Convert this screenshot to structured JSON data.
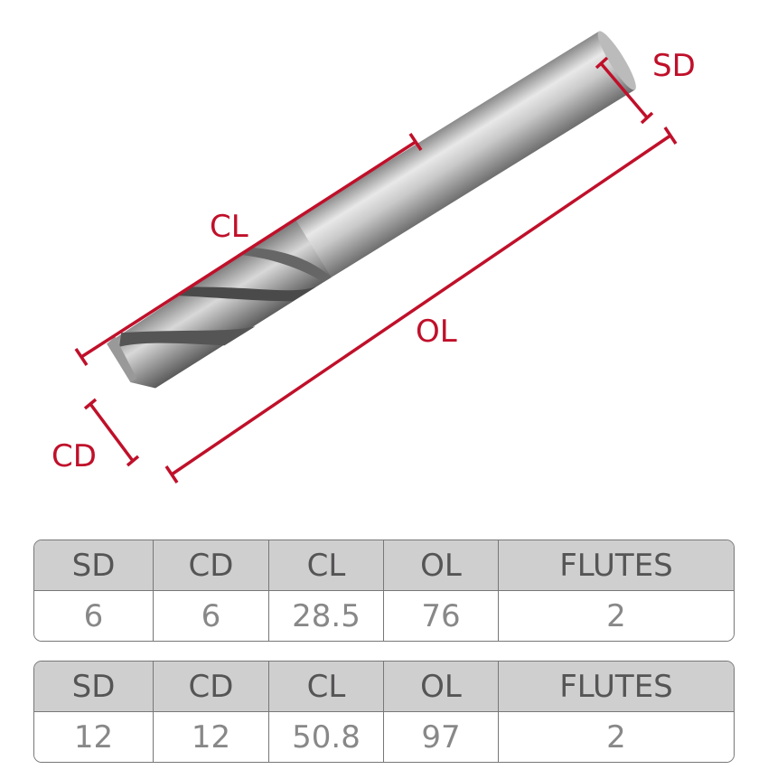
{
  "diagram": {
    "labels": {
      "sd": "SD",
      "cl": "CL",
      "ol": "OL",
      "cd": "CD"
    },
    "accent_color": "#c0102a"
  },
  "tables": [
    {
      "headers": [
        "SD",
        "CD",
        "CL",
        "OL",
        "FLUTES"
      ],
      "values": [
        "6",
        "6",
        "28.5",
        "76",
        "2"
      ]
    },
    {
      "headers": [
        "SD",
        "CD",
        "CL",
        "OL",
        "FLUTES"
      ],
      "values": [
        "12",
        "12",
        "50.8",
        "97",
        "2"
      ]
    }
  ]
}
